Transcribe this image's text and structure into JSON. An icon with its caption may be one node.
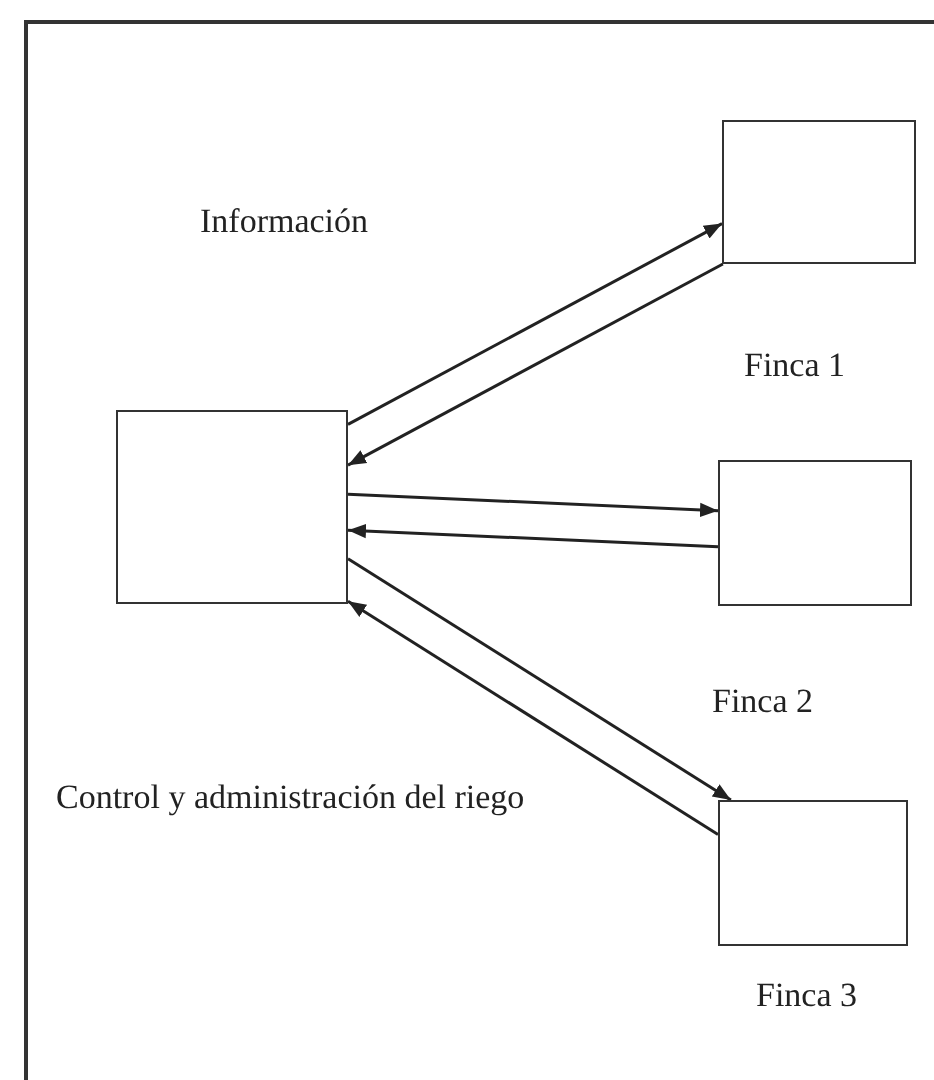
{
  "diagram": {
    "nodes": [
      {
        "text": [],
        "shape": "box"
      },
      {
        "text": [],
        "shape": "box",
        "beside": [
          "Finca 1"
        ]
      },
      {
        "text": [],
        "shape": "box",
        "beside": [
          "Finca 2"
        ]
      },
      {
        "text": [],
        "shape": "box",
        "beside": [
          "Finca 3"
        ]
      }
    ],
    "edges": [
      {
        "from": 0,
        "to": 1,
        "arrow": "to"
      },
      {
        "from": 1,
        "to": 0,
        "arrow": "to"
      },
      {
        "from": 0,
        "to": 2,
        "arrow": "to"
      },
      {
        "from": 2,
        "to": 0,
        "arrow": "to"
      },
      {
        "from": 0,
        "to": 3,
        "arrow": "to"
      },
      {
        "from": 3,
        "to": 0,
        "arrow": "to"
      }
    ],
    "labels": [
      "Información",
      "Control y administración del riego"
    ]
  }
}
